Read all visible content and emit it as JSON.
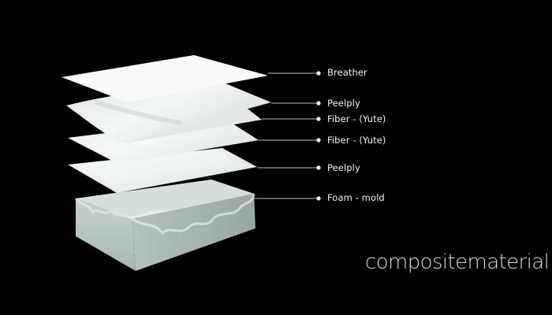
{
  "diagram": {
    "title": "compositematerial",
    "layers": [
      {
        "label": "Breather"
      },
      {
        "label": "Peelply"
      },
      {
        "label": "Fiber - (Yute)"
      },
      {
        "label": "Fiber - (Yute)"
      },
      {
        "label": "Peelply"
      },
      {
        "label": "Foam - mold"
      }
    ]
  },
  "colors": {
    "background": "#000000",
    "sheet": "#eef3f1",
    "foam_top": "#dfe7e4",
    "foam_side": "#b9c6c2",
    "leader": "#ffffff",
    "label": "#f2f2f2"
  }
}
